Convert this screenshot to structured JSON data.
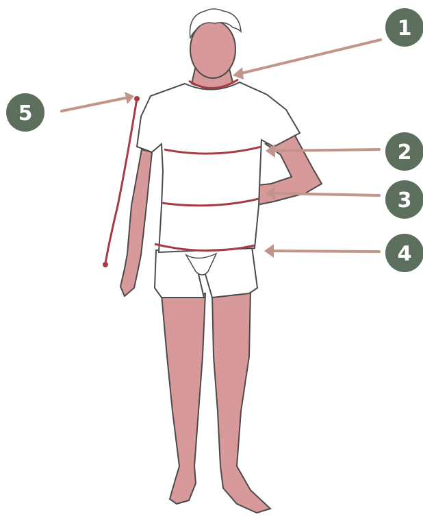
{
  "colors": {
    "skin": "#d8999b",
    "skin_dark": "#c98a8d",
    "outline": "#4a4a4a",
    "arrow": "#c2958a",
    "marker_fill": "#5c6e5c",
    "tape": "#a53c44",
    "hair": "#ffffff"
  },
  "markers": [
    {
      "number": "1",
      "target": "neck"
    },
    {
      "number": "2",
      "target": "chest"
    },
    {
      "number": "3",
      "target": "waist"
    },
    {
      "number": "4",
      "target": "hips"
    },
    {
      "number": "5",
      "target": "arm-length"
    }
  ]
}
